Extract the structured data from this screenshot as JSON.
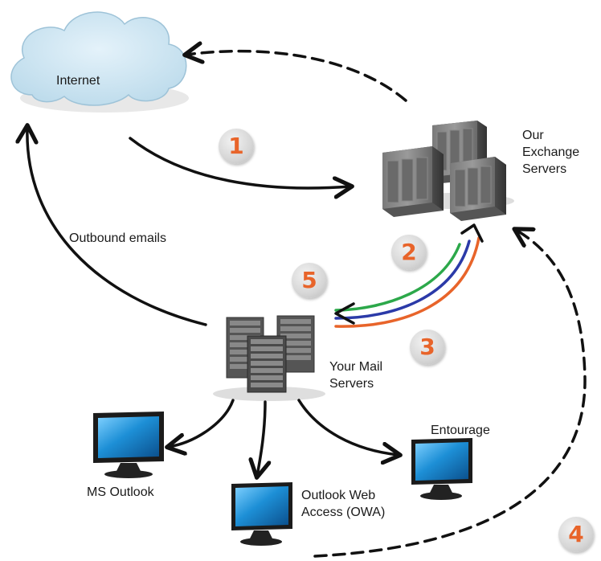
{
  "labels": {
    "internet": "Internet",
    "exchange_servers": "Our Exchange Servers",
    "outbound": "Outbound emails",
    "your_mail_servers": "Your Mail Servers",
    "ms_outlook": "MS Outlook",
    "owa": "Outlook Web Access (OWA)",
    "entourage": "Entourage"
  },
  "steps": [
    "1",
    "2",
    "3",
    "4",
    "5"
  ],
  "colors": {
    "step_number": "#e8642a",
    "cloud_fill": "#cfe6f2",
    "flow_green": "#2ca84a",
    "flow_blue": "#2b3aa8",
    "flow_orange": "#e8642a",
    "monitor_screen": "#1d8fd6"
  },
  "icons": [
    "cloud-icon",
    "server-rack-icon",
    "mail-server-icon",
    "monitor-icon"
  ]
}
